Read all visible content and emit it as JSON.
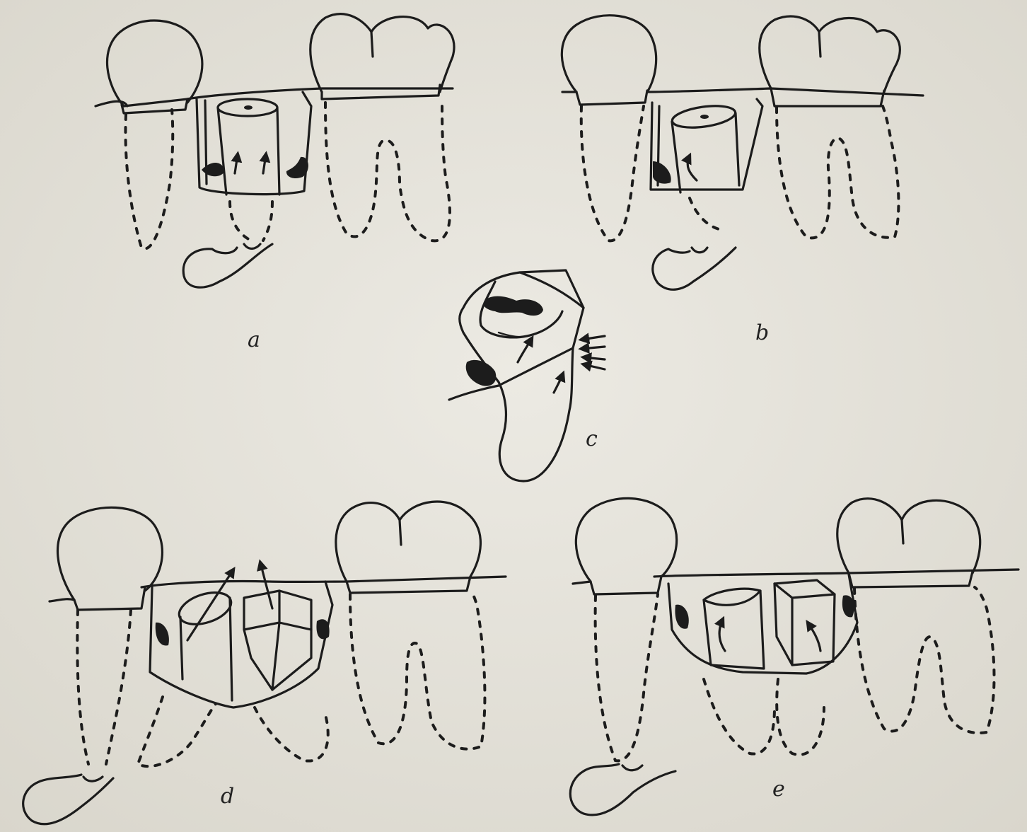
{
  "labels": {
    "a": "a",
    "b": "b",
    "c": "c",
    "d": "d",
    "e": "e"
  },
  "colors": {
    "ink": "#1c1c1c",
    "paper": "#e6e4dc"
  }
}
